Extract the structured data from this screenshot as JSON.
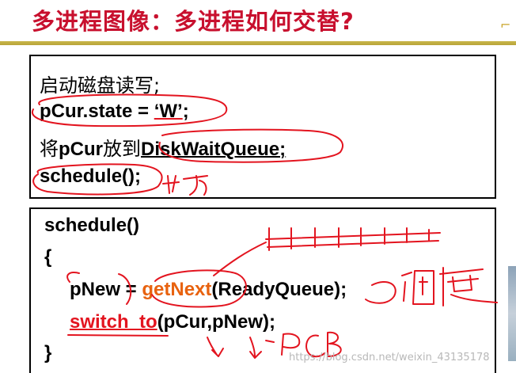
{
  "title": "多进程图像：多进程如何交替?",
  "block1": {
    "line1": "启动磁盘读写;",
    "line2_pre": "pCur.state = ",
    "line2_val": "‘W’",
    "line2_end": ";",
    "line3_pre": "将",
    "line3_a": "pCur",
    "line3_mid": "放到",
    "line3_b": "DiskWaitQueue;",
    "line4": "schedule();"
  },
  "block2": {
    "header": "schedule()",
    "open_brace": "{",
    "line1_a": "pNew = ",
    "line1_fn": "getNext",
    "line1_b": "(ReadyQueue);",
    "line2_fn": "switch_to",
    "line2_b": "(pCur,pNew);",
    "close_brace": "}"
  },
  "annotations": {
    "qie": "切",
    "tiaodu": "调度",
    "pcb": "PCB"
  },
  "watermark": "https://blog.csdn.net/weixin_43135178",
  "colors": {
    "title": "#c8102e",
    "ink": "#e3141f",
    "orange": "#e8620f",
    "rule": "#c9b64a"
  }
}
